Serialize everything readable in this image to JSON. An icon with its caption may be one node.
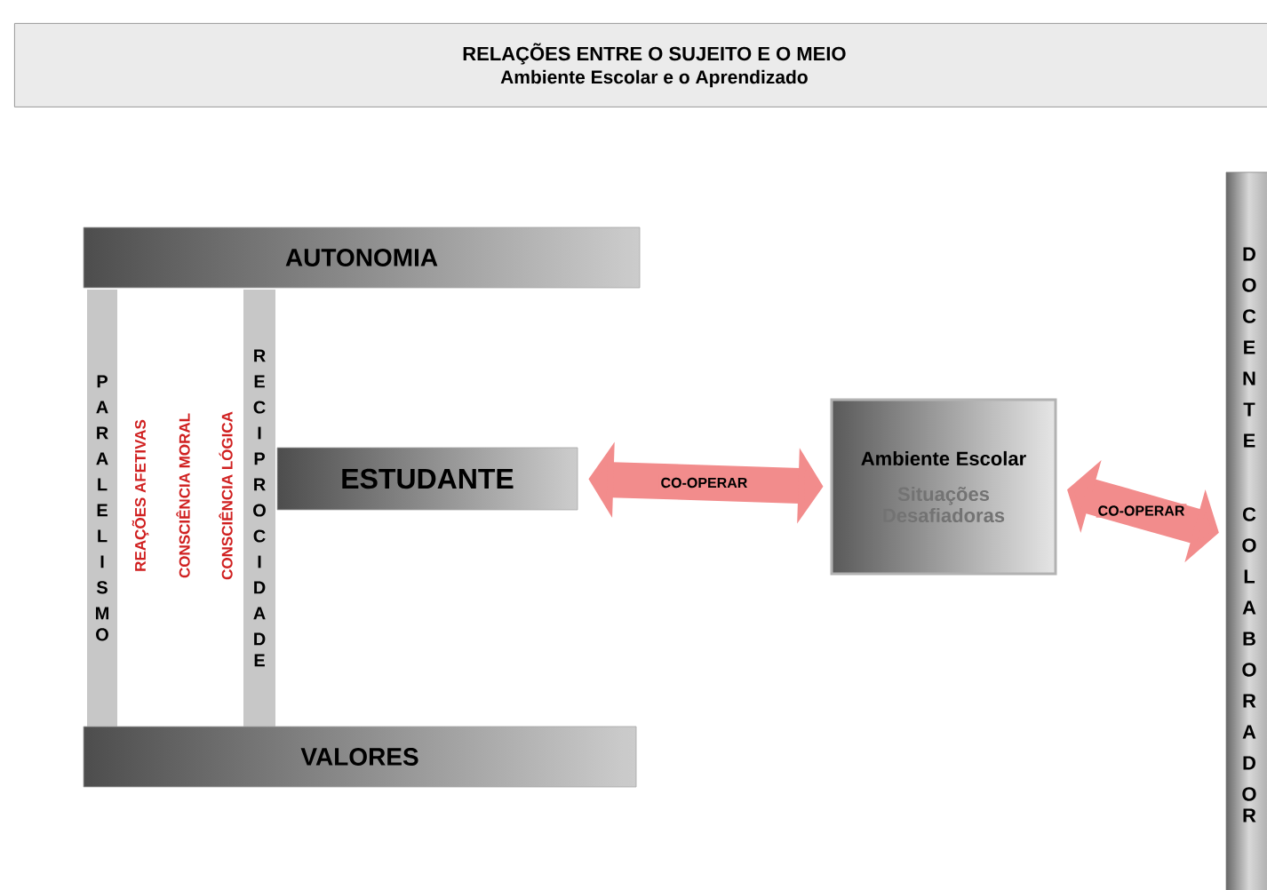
{
  "diagram": {
    "title": "RELAÇÕES ENTRE O SUJEITO E O MEIO",
    "nodes": [
      {
        "text": [
          "AUTONOMIA"
        ]
      },
      {
        "text": [
          "PARALELISMO"
        ]
      },
      {
        "text": [
          "RECIPROCIDADE"
        ]
      },
      {
        "text": [
          "ESTUDANTE"
        ]
      },
      {
        "text": [
          "Ambiente Escolar",
          "Situações Desafiadoras"
        ]
      },
      {
        "text": [
          "DOCENTE",
          "COLABORADOR"
        ]
      },
      {
        "text": [
          "VALORES"
        ]
      }
    ],
    "edges": [
      {
        "from": 3,
        "to": 4,
        "arrow": "both",
        "label": "CO-OPERAR"
      },
      {
        "from": 4,
        "to": 5,
        "arrow": "both",
        "label": "CO-OPERAR"
      }
    ],
    "labels": [
      "Ambiente Escolar e o Aprendizado",
      "REAÇÕES AFETIVAS",
      "CONSCIÊNCIA MORAL",
      "CONSCIÊNCIA LÓGICA"
    ]
  }
}
